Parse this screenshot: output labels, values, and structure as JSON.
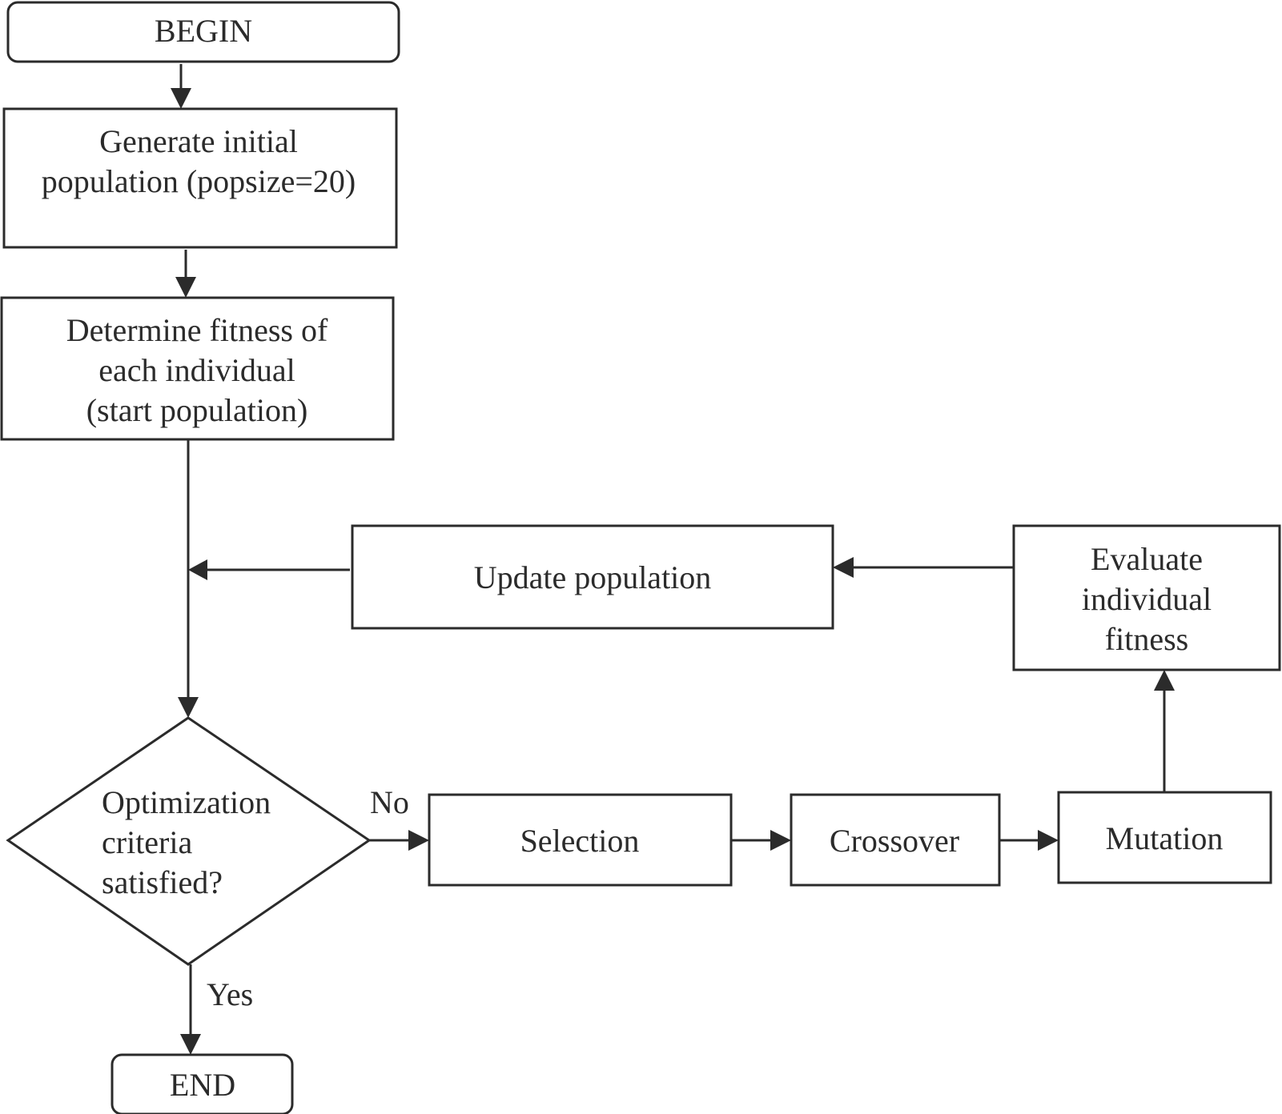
{
  "colors": {
    "stroke": "#2b2b2b",
    "background": "#ffffff"
  },
  "nodes": {
    "begin": {
      "label": "BEGIN"
    },
    "generate": {
      "lines": [
        "Generate initial",
        "population (popsize=20)"
      ]
    },
    "determine": {
      "lines": [
        "Determine fitness of",
        "each individual",
        "(start population)"
      ]
    },
    "decision": {
      "lines": [
        "Optimization",
        "criteria",
        "satisfied?"
      ]
    },
    "selection": {
      "label": "Selection"
    },
    "crossover": {
      "label": "Crossover"
    },
    "mutation": {
      "label": "Mutation"
    },
    "evaluate": {
      "lines": [
        "Evaluate",
        "individual",
        "fitness"
      ]
    },
    "update": {
      "label": "Update population"
    },
    "end": {
      "label": "END"
    }
  },
  "edges": {
    "no_label": "No",
    "yes_label": "Yes"
  }
}
